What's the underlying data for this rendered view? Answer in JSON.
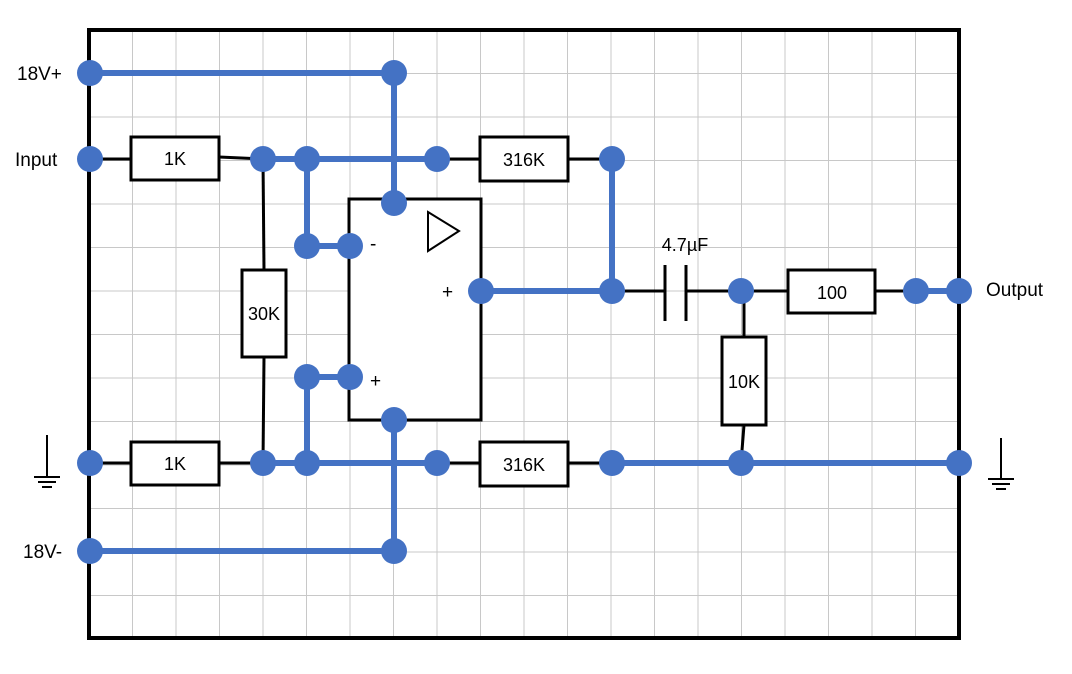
{
  "colors": {
    "wire": "#4472C4",
    "lead": "#000000",
    "grid": "#c8c8c8",
    "background": "#ffffff"
  },
  "labels": {
    "supply_pos": "18V+",
    "input": "Input",
    "supply_neg": "18V-",
    "output": "Output",
    "opamp_minus": "-",
    "opamp_plus_in": "+",
    "opamp_out_plus": "+"
  },
  "components": {
    "r_input_top": "1K",
    "r_input_bottom": "1K",
    "r_gain_top": "316K",
    "r_gain_bottom": "316K",
    "r_bridge": "30K",
    "c_coupling": "4.7µF",
    "r_series_out": "100",
    "r_load": "10K"
  },
  "icons": {
    "ground_left": "ground-icon",
    "ground_right": "ground-icon",
    "opamp": "triangle-amplifier-icon"
  }
}
